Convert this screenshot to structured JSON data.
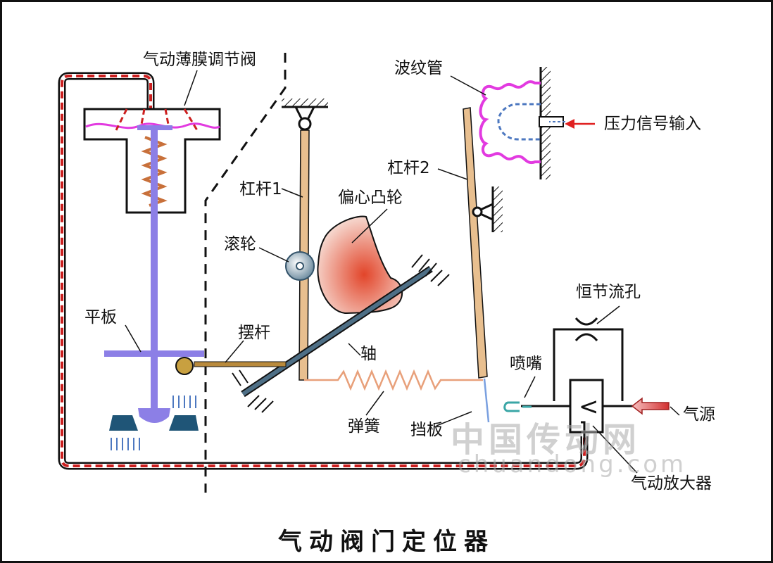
{
  "title": "气动阀门定位器",
  "labels": {
    "diaphragm_valve": "气动薄膜调节阀",
    "bellows": "波纹管",
    "pressure_signal_input": "压力信号输入",
    "lever1": "杠杆1",
    "lever2": "杠杆2",
    "eccentric_cam": "偏心凸轮",
    "roller": "滚轮",
    "flat_plate": "平板",
    "swing_rod": "摆杆",
    "shaft": "轴",
    "constant_orifice": "恒节流孔",
    "nozzle": "喷嘴",
    "air_source": "气源",
    "spring": "弹簧",
    "baffle": "挡板",
    "pneumatic_amplifier": "气动放大器"
  },
  "amplifier_symbol": "<",
  "watermark": {
    "main": "中国传动网",
    "sub": "chuandong.com"
  },
  "colors": {
    "air_line_outer": "#111111",
    "air_line_inner": "#cc1f1f",
    "lever": "#e8bf8f",
    "stem": "#8c7fe6",
    "bellows": "#e23ae0",
    "shaft": "#4e6f86",
    "cam": "#e0603a",
    "spring": "#e8a07a",
    "arrow": "#e02020"
  }
}
